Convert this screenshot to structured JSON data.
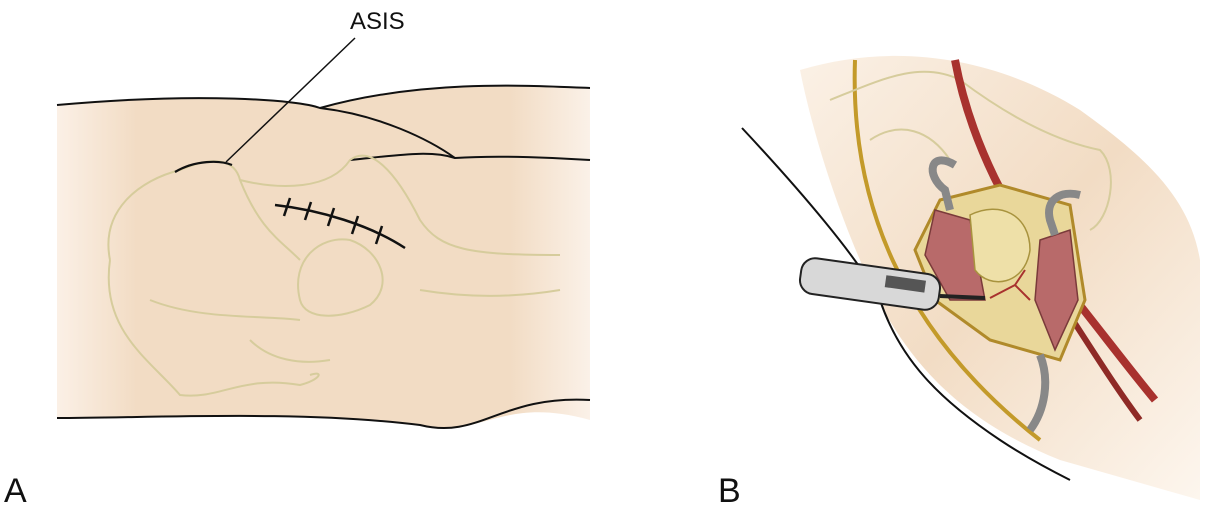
{
  "panels": {
    "a": {
      "label": "A",
      "callout": "ASIS"
    },
    "b": {
      "label": "B"
    }
  },
  "colors": {
    "skin": "#f2dcc4",
    "bone_outline": "#d6cc9c",
    "artery": "#a8322e",
    "nerve": "#c39a2a",
    "muscle": "#b86a6a",
    "instrument": "#c8c8c8"
  }
}
